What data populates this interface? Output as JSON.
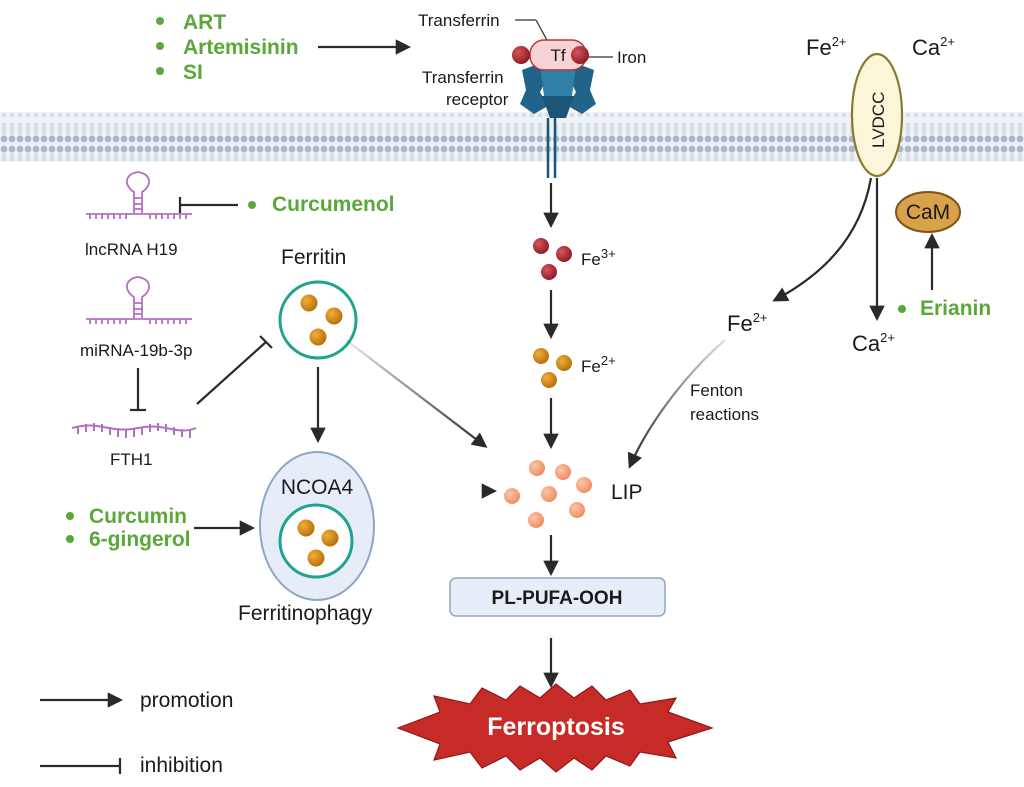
{
  "drugs": {
    "top": [
      "ART",
      "Artemisinin",
      "SI"
    ],
    "curcumenol": "Curcumenol",
    "erianin": "Erianin",
    "bottom": [
      "Curcumin",
      "6-gingerol"
    ]
  },
  "labels": {
    "transferrin": "Transferrin",
    "tf": "Tf",
    "iron": "Iron",
    "receptor_line1": "Transferrin",
    "receptor_line2": "receptor",
    "lvdcc": "LVDCC",
    "cam": "CaM",
    "lncrna": "lncRNA H19",
    "mirna": "miRNA-19b-3p",
    "fth1": "FTH1",
    "ferritin": "Ferritin",
    "ncoa4": "NCOA4",
    "ferritinophagy": "Ferritinophagy",
    "lip": "LIP",
    "pl_pufa": "PL-PUFA-OOH",
    "ferroptosis": "Ferroptosis",
    "fenton_line1": "Fenton",
    "fenton_line2": "reactions"
  },
  "ions": {
    "fe": "Fe",
    "ca": "Ca",
    "sup2": "2+",
    "sup3": "3+"
  },
  "legend": {
    "promotion": "promotion",
    "inhibition": "inhibition"
  },
  "colors": {
    "drug_green": "#5aa83a",
    "fe3_red": "#a3232b",
    "fe2_orange": "#d98b10",
    "lip_peach": "#f4a47c",
    "membrane_blue": "#a9b9cc",
    "receptor_teal": "#22638a",
    "rna_purple": "#b46fc2",
    "ferritin_teal": "#1ea38f",
    "ferroptosis_red": "#c62b27"
  }
}
